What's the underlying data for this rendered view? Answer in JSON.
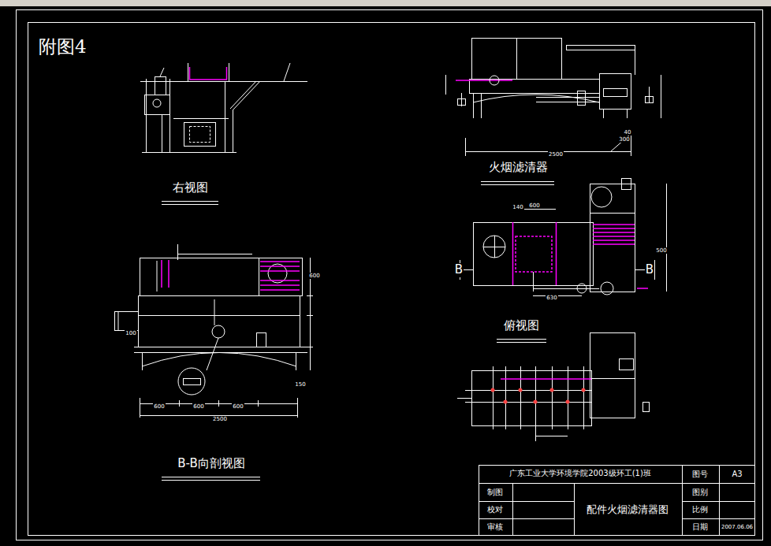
{
  "diagram": {
    "title": "附图4",
    "labels": [
      "右视图",
      "B-B向剖视图",
      "火烟滤清器",
      "俯视图",
      "B",
      "B",
      "广东工业大学环境学院2003级环工(1)班",
      "图号",
      "A3",
      "制图",
      "图别",
      "校对",
      "配件火烟滤清器图",
      "比例",
      "审核",
      "日期",
      "2007.06.06",
      "600",
      "600",
      "600",
      "2500",
      "100",
      "150",
      "600",
      "2500",
      "40",
      "300",
      "600",
      "140",
      "630",
      "500"
    ]
  }
}
